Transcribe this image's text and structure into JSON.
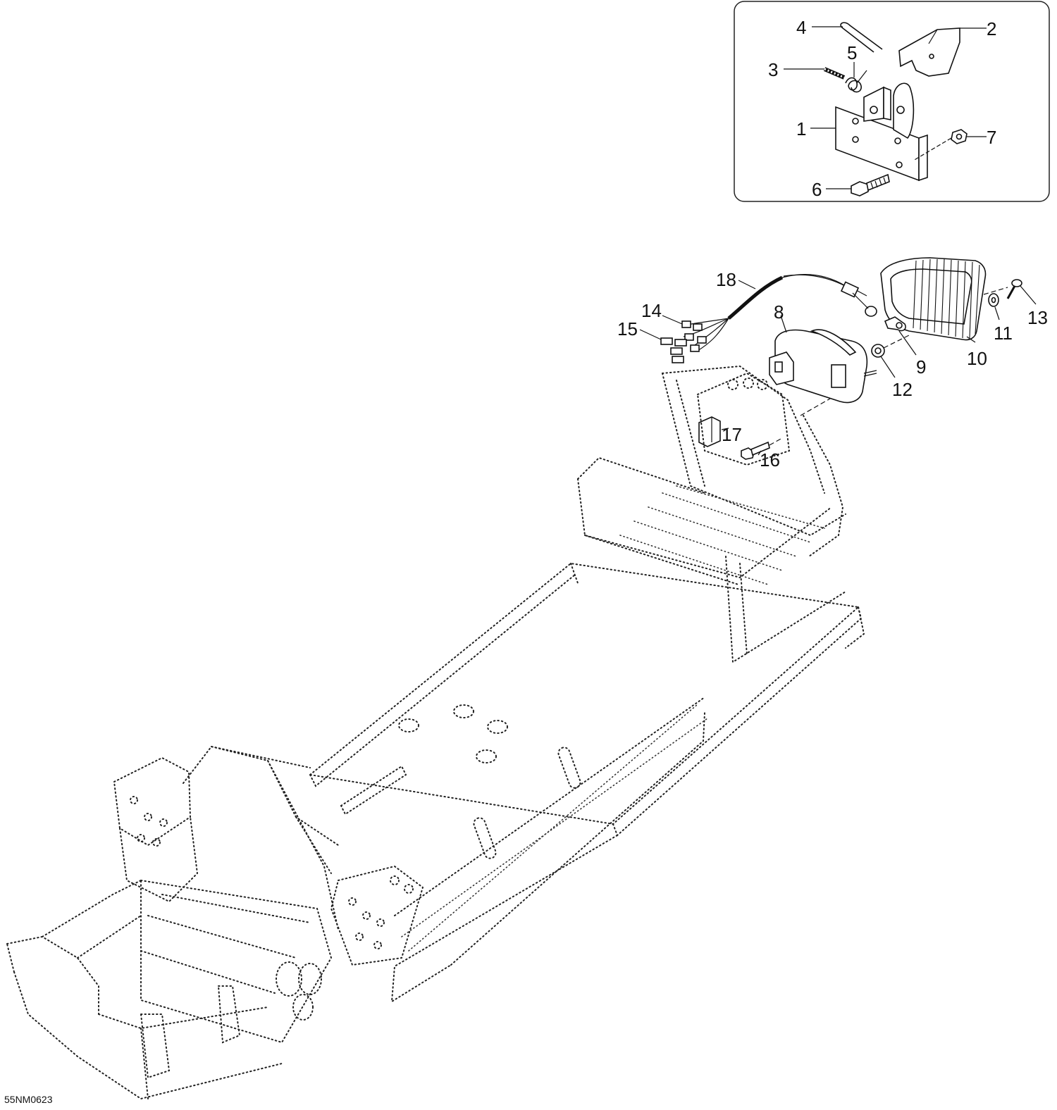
{
  "drawing_code": "55NM0623",
  "callouts": {
    "c1": "1",
    "c2": "2",
    "c3": "3",
    "c4": "4",
    "c5": "5",
    "c6": "6",
    "c7": "7",
    "c8": "8",
    "c9": "9",
    "c10": "10",
    "c11": "11",
    "c12": "12",
    "c13": "13",
    "c14": "14",
    "c15": "15",
    "c16": "16",
    "c17": "17",
    "c18": "18"
  }
}
